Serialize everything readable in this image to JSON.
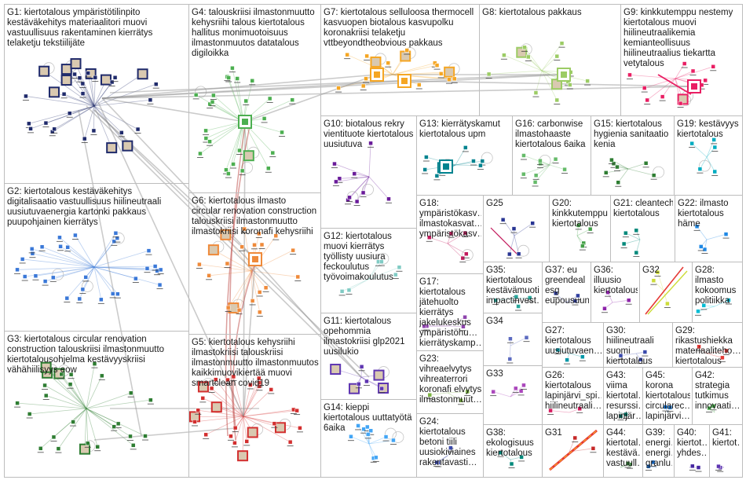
{
  "groups": [
    {
      "id": "G1",
      "text": "G1: kiertotalous ympäristötilinpito\nkestäväkehitys materiaalitori muovi\nvastuullisuus rakentaminen kierrätys\ntelaketju tekstiilijäte"
    },
    {
      "id": "G2",
      "text": "G2: kiertotalous kestäväkehitys\ndigitalisaatio vastuullisuus hiilineutraali\nuusiutuvaenergia kartonki pakkaus\npuupohjainen kierrätys"
    },
    {
      "id": "G3",
      "text": "G3: kiertotalous circular renovation\nconstruction talouskriisi ilmastonmuutto\nkiertotalousohjelma kestävyyskriisi\nvähähiilisyys eow"
    },
    {
      "id": "G4",
      "text": "G4: talouskriisi ilmastonmuutto\nkehysriihi talous kiertotalous\nhallitus monimuotoisuus\nilmastonmuutos datatalous\ndigiloikka"
    },
    {
      "id": "G5",
      "text": "G5: kiertotalous kehysriihi\nilmastokriisi talouskriisi\nilmastonmuutto ilmastonmuutos\nkaikkimuovikiertää muovi\nsmartclean covid19"
    },
    {
      "id": "G6",
      "text": "G6: kiertotalous ilmasto\ncircular renovation construction\ntalouskriisi ilmastonmuutto\nilmastokriisi koronafi kehysriihi"
    },
    {
      "id": "G7",
      "text": "G7: kiertotalous selluloosa thermocell\nkasvuopen biotalous kasvupolku\nkoronakriisi telaketju\nvttbeyondtheobvious pakkaus"
    },
    {
      "id": "G8",
      "text": "G8: kiertotalous pakkaus"
    },
    {
      "id": "G9",
      "text": "G9: kinkkutemppu nestemy\nkiertotalous muovi\nhiilineutraalikemia\nkemianteollisuus\nhiilineutraalius tiekartta\nvetytalous"
    },
    {
      "id": "G10",
      "text": "G10: biotalous rekry\nvientituote kiertotalous\nuusiutuva"
    },
    {
      "id": "G11",
      "text": "G11: kiertotalous\nopehommia\nilmastokriisi glp2021\nuusilukio"
    },
    {
      "id": "G12",
      "text": "G12: kiertotalous\nmuovi kierrätys\ntyöllisty uusiura\nfeckoulutus\ntyövoimakoulutus"
    },
    {
      "id": "G13",
      "text": "G13: kierrätyskamut\nkiertotalous upm"
    },
    {
      "id": "G14",
      "text": "G14: kieppi\nkiertotalous uuttatyötä\n6aika"
    },
    {
      "id": "G15",
      "text": "G15: kiertotalous\nhygienia sanitaatio\nkenia"
    },
    {
      "id": "G16",
      "text": "G16: carbonwise\nilmastohaaste\nkiertotalous 6aika"
    },
    {
      "id": "G17",
      "text": "G17:\nkiertotalous\njätehuolto\nkierrätys\njakelukeskus\nympäristöhu…\nkierrätyskamp…"
    },
    {
      "id": "G18",
      "text": "G18:\nympäristökasv…\nilmastokasvat…\nympäristökasv…"
    },
    {
      "id": "G19",
      "text": "G19: kestävyys\nkiertotalous"
    },
    {
      "id": "G20",
      "text": "G20:\nkinkkutemppu\nkiertotalous"
    },
    {
      "id": "G21",
      "text": "G21: cleantech\nkiertotalous"
    },
    {
      "id": "G22",
      "text": "G22: ilmasto\nkiertotalous\nhäme"
    },
    {
      "id": "G23",
      "text": "G23:\nvihreaelvytys\nvihreaterrori\nkoronafi elvytys\nilmastonmuut…"
    },
    {
      "id": "G24",
      "text": "G24:\nkiertotalous\nbetoni tiili\nuusiokiviaines\nrakentavasti…"
    },
    {
      "id": "G25",
      "text": "G25"
    },
    {
      "id": "G26",
      "text": "G26:\nkiertotalous\nlapinjärvi_spi…\nhiilineutraali…"
    },
    {
      "id": "G27",
      "text": "G27:\nkiertotalous\nuusiutuvaen…"
    },
    {
      "id": "G28",
      "text": "G28:\nilmasto\nkokoomus\npolitiikka"
    },
    {
      "id": "G29",
      "text": "G29:\nrikastushiekka\nmateriaaliteho…\nkiertotalous"
    },
    {
      "id": "G30",
      "text": "G30:\nhiilineutraali\nsuomi\nkiertotalous"
    },
    {
      "id": "G31",
      "text": "G31"
    },
    {
      "id": "G32",
      "text": "G32"
    },
    {
      "id": "G33",
      "text": "G33"
    },
    {
      "id": "G34",
      "text": "G34"
    },
    {
      "id": "G35",
      "text": "G35:\nkiertotalous\nkestävämuoti\nimpactinvest…"
    },
    {
      "id": "G36",
      "text": "G36:\nilluusio\nkiertotalous"
    },
    {
      "id": "G37",
      "text": "G37: eu\ngreendeal\nesg\neupousuun"
    },
    {
      "id": "G38",
      "text": "G38:\nekologisuus\nkiertotalous"
    },
    {
      "id": "G39",
      "text": "G39:\nenergi…\nenergi…\ngranlu…"
    },
    {
      "id": "G40",
      "text": "G40:\nkiertot…\nyhdes…"
    },
    {
      "id": "G41",
      "text": "G41:\nkiertot…"
    },
    {
      "id": "G42",
      "text": "G42:\nstrategia\ntutkimus\ninnovaati…"
    },
    {
      "id": "G43",
      "text": "G43:\nviima\nkiertotal…\nresurssi…\nlapinjär…"
    },
    {
      "id": "G44",
      "text": "G44:\nkiertotal…\nkestävä…\nvastuull…"
    },
    {
      "id": "G45",
      "text": "G45:\nkorona\nkiertotalous\ncircularec…\nlapinjärvi…"
    }
  ],
  "colors": {
    "G1": "#1f2a6b",
    "G2": "#3a78d8",
    "G3": "#2e7d32",
    "G4": "#4caf50",
    "G5": "#d32f2f",
    "G6": "#ef8a3a",
    "G7": "#f5a623",
    "G8": "#9ccc65",
    "G9": "#e91e63",
    "G10": "#6a1b9a",
    "G11": "#5e35b1",
    "G12": "#80cbc4",
    "G13": "#00838f",
    "G14": "#42a5f5",
    "G15": "#2e7d32",
    "G16": "#66bb6a",
    "G17": "#8e44ad",
    "G18": "#c2185b",
    "G19": "#00acc1",
    "G20": "#43a047",
    "G21": "#00897b",
    "G22": "#1e88e5",
    "G23": "#7cb342",
    "G24": "#3949ab",
    "G25": "#283593",
    "G26": "#d81b60",
    "G27": "#0097a7",
    "G28": "#00bcd4",
    "G29": "#e53935",
    "G30": "#3949ab",
    "G31": "#c62828",
    "G32": "#cddc39",
    "G33": "#ab47bc",
    "G34": "#5c6bc0",
    "G35": "#26a69a",
    "G36": "#8e24aa",
    "G37": "#303f9f",
    "G38": "#00897b",
    "G39": "#1565c0",
    "G40": "#4527a0",
    "G41": "#5e35b1",
    "G42": "#4caf50",
    "G43": "#00695c",
    "G44": "#2e7d32",
    "G45": "#1976d2"
  }
}
